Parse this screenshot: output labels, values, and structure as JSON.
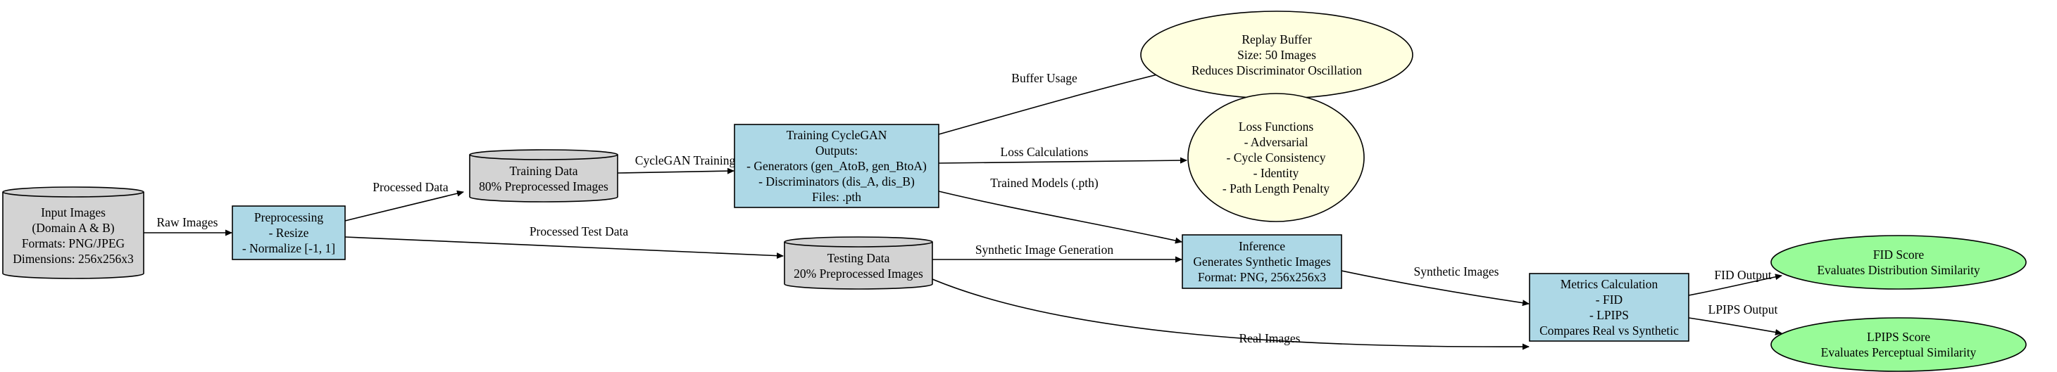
{
  "colors": {
    "process_fill": "#add8e6",
    "storage_fill": "#d3d3d3",
    "note_fill": "#ffffe0",
    "metric_fill": "#98fb98",
    "stroke": "#000000"
  },
  "nodes": {
    "input": {
      "shape": "cylinder",
      "lines": [
        "Input Images",
        "(Domain A & B)",
        "Formats: PNG/JPEG",
        "Dimensions: 256x256x3"
      ]
    },
    "preprocessing": {
      "shape": "box",
      "lines": [
        "Preprocessing",
        "- Resize",
        "- Normalize [-1, 1]"
      ]
    },
    "training_data": {
      "shape": "cylinder",
      "lines": [
        "Training Data",
        "80% Preprocessed Images"
      ]
    },
    "testing_data": {
      "shape": "cylinder",
      "lines": [
        "Testing Data",
        "20% Preprocessed Images"
      ]
    },
    "training": {
      "shape": "box",
      "lines": [
        "Training CycleGAN",
        "Outputs:",
        "- Generators (gen_AtoB, gen_BtoA)",
        "- Discriminators (dis_A, dis_B)",
        "Files: .pth"
      ]
    },
    "replay_buffer": {
      "shape": "ellipse",
      "lines": [
        "Replay Buffer",
        "Size: 50 Images",
        "Reduces Discriminator Oscillation"
      ]
    },
    "loss_functions": {
      "shape": "ellipse",
      "lines": [
        "Loss Functions",
        "- Adversarial",
        "- Cycle Consistency",
        "- Identity",
        "- Path Length Penalty"
      ]
    },
    "inference": {
      "shape": "box",
      "lines": [
        "Inference",
        "Generates Synthetic Images",
        "Format: PNG, 256x256x3"
      ]
    },
    "metrics": {
      "shape": "box",
      "lines": [
        "Metrics Calculation",
        "- FID",
        "- LPIPS",
        "Compares Real vs Synthetic"
      ]
    },
    "fid": {
      "shape": "ellipse",
      "lines": [
        "FID Score",
        "Evaluates Distribution Similarity"
      ]
    },
    "lpips": {
      "shape": "ellipse",
      "lines": [
        "LPIPS Score",
        "Evaluates Perceptual Similarity"
      ]
    }
  },
  "edges": [
    {
      "from": "input",
      "to": "preprocessing",
      "label": "Raw Images"
    },
    {
      "from": "preprocessing",
      "to": "training_data",
      "label": "Processed Data"
    },
    {
      "from": "preprocessing",
      "to": "testing_data",
      "label": "Processed Test Data"
    },
    {
      "from": "training_data",
      "to": "training",
      "label": "CycleGAN Training"
    },
    {
      "from": "training",
      "to": "replay_buffer",
      "label": "Buffer Usage"
    },
    {
      "from": "training",
      "to": "loss_functions",
      "label": "Loss Calculations"
    },
    {
      "from": "training",
      "to": "inference",
      "label": "Trained Models (.pth)"
    },
    {
      "from": "testing_data",
      "to": "inference",
      "label": "Synthetic Image Generation"
    },
    {
      "from": "testing_data",
      "to": "metrics",
      "label": "Real Images"
    },
    {
      "from": "inference",
      "to": "metrics",
      "label": "Synthetic Images"
    },
    {
      "from": "metrics",
      "to": "fid",
      "label": "FID Output"
    },
    {
      "from": "metrics",
      "to": "lpips",
      "label": "LPIPS Output"
    }
  ]
}
